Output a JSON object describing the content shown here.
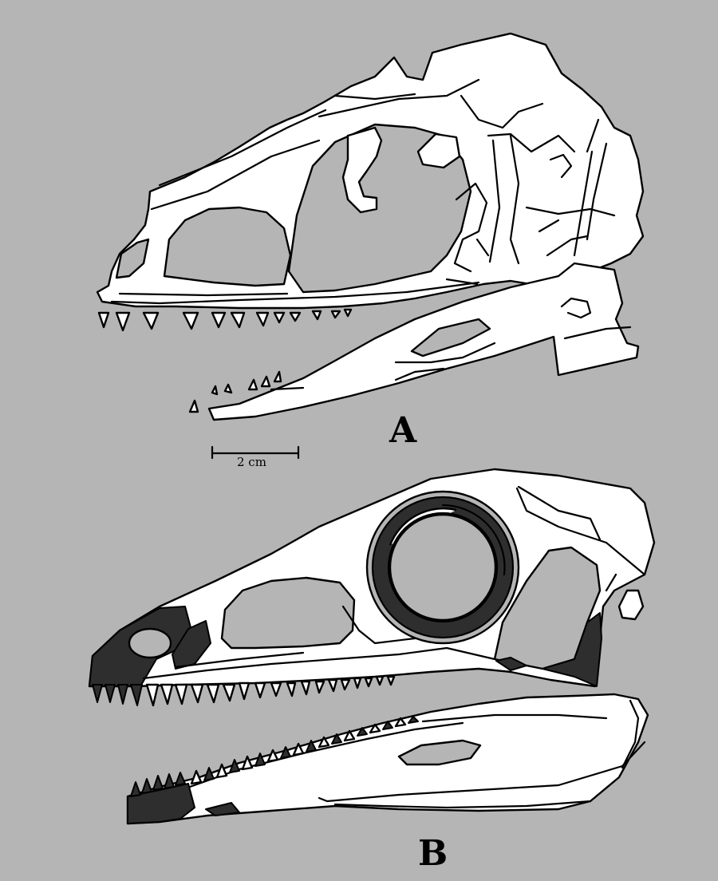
{
  "panels": {
    "a": {
      "label": "A"
    },
    "b": {
      "label": "B"
    }
  },
  "scale_bar": {
    "label": "2 cm"
  },
  "colors": {
    "background": "#b5b5b5",
    "bone": "#ffffff",
    "dark_region": "#2e2e2e",
    "outline": "#000000"
  }
}
